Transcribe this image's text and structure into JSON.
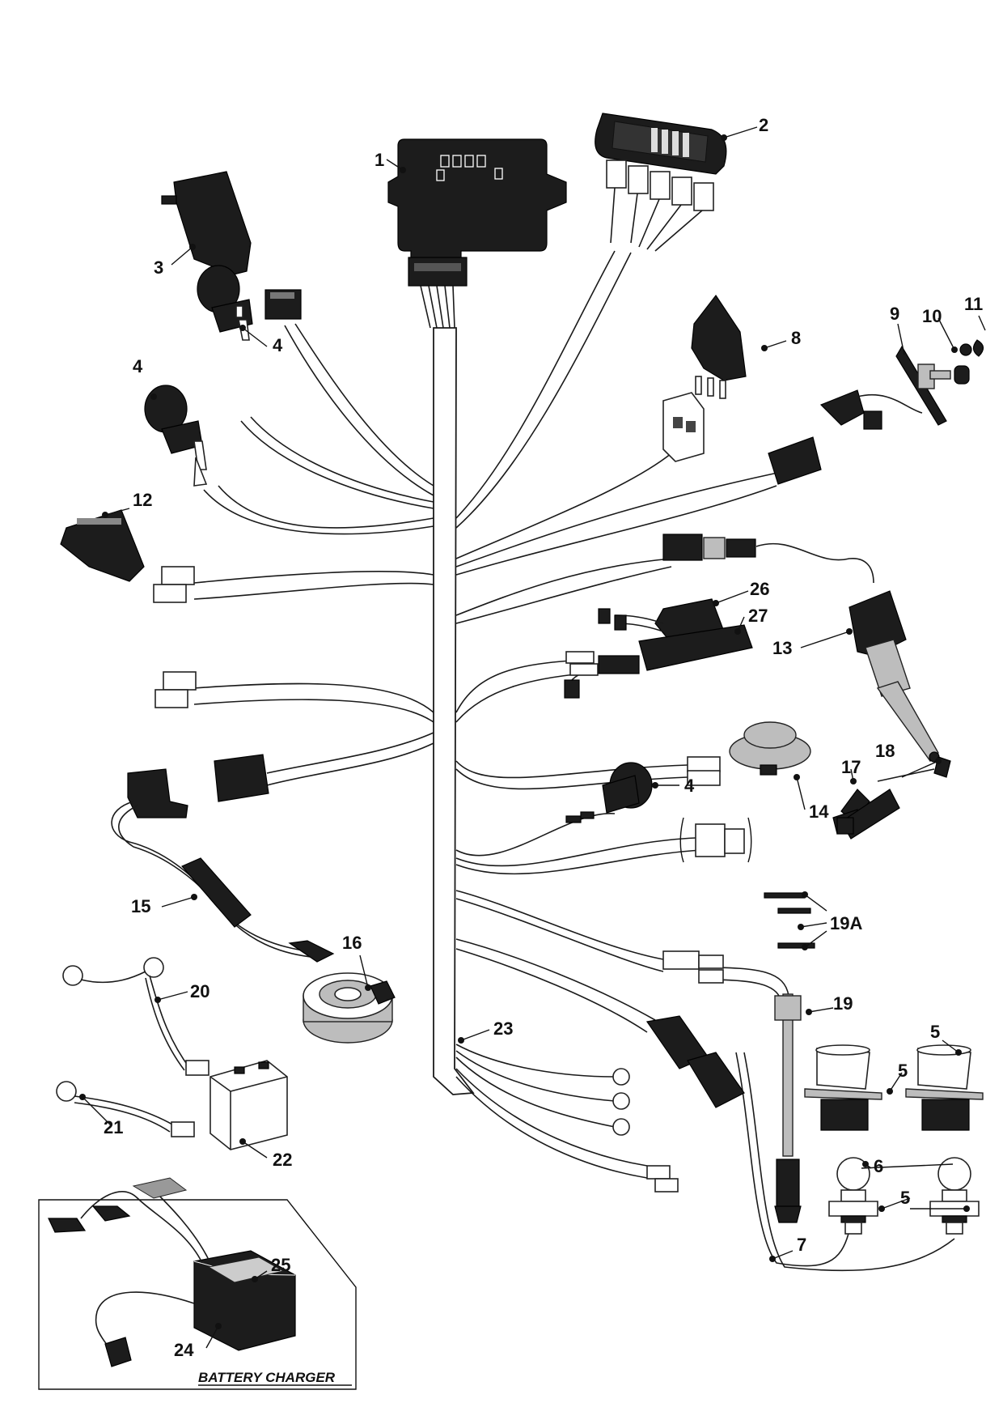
{
  "diagram": {
    "labels": [
      {
        "id": "l1",
        "text": "1"
      },
      {
        "id": "l2",
        "text": "2"
      },
      {
        "id": "l3",
        "text": "3"
      },
      {
        "id": "l4a",
        "text": "4"
      },
      {
        "id": "l4b",
        "text": "4"
      },
      {
        "id": "l4c",
        "text": "4"
      },
      {
        "id": "l5a",
        "text": "5"
      },
      {
        "id": "l5b",
        "text": "5"
      },
      {
        "id": "l5c",
        "text": "5"
      },
      {
        "id": "l6",
        "text": "6"
      },
      {
        "id": "l7",
        "text": "7"
      },
      {
        "id": "l8",
        "text": "8"
      },
      {
        "id": "l9",
        "text": "9"
      },
      {
        "id": "l10",
        "text": "10"
      },
      {
        "id": "l11",
        "text": "11"
      },
      {
        "id": "l12",
        "text": "12"
      },
      {
        "id": "l13",
        "text": "13"
      },
      {
        "id": "l14",
        "text": "14"
      },
      {
        "id": "l15",
        "text": "15"
      },
      {
        "id": "l16",
        "text": "16"
      },
      {
        "id": "l17",
        "text": "17"
      },
      {
        "id": "l18",
        "text": "18"
      },
      {
        "id": "l19",
        "text": "19"
      },
      {
        "id": "l19a",
        "text": "19A"
      },
      {
        "id": "l20",
        "text": "20"
      },
      {
        "id": "l21",
        "text": "21"
      },
      {
        "id": "l22",
        "text": "22"
      },
      {
        "id": "l23",
        "text": "23"
      },
      {
        "id": "l24",
        "text": "24"
      },
      {
        "id": "l25",
        "text": "25"
      },
      {
        "id": "l26",
        "text": "26"
      },
      {
        "id": "l27",
        "text": "27"
      }
    ],
    "inset_caption": "BATTERY CHARGER"
  }
}
